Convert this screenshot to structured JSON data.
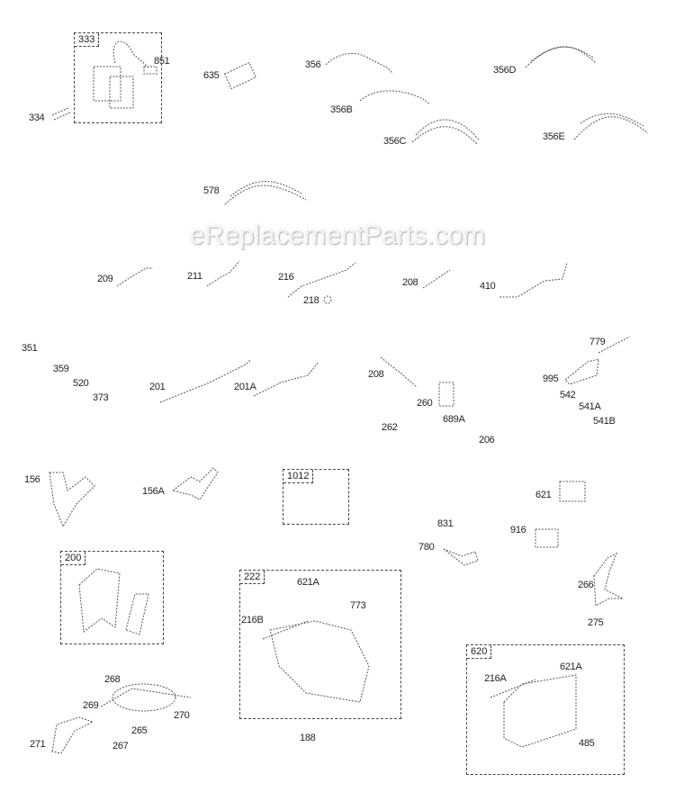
{
  "watermark": "eReplacementParts.com",
  "boxes": {
    "b333": "333",
    "b1012": "1012",
    "b200": "200",
    "b222": "222",
    "b620": "620"
  },
  "labels": {
    "l851": "851",
    "l635": "635",
    "l334": "334",
    "l356": "356",
    "l356D": "356D",
    "l356B": "356B",
    "l356C": "356C",
    "l356E": "356E",
    "l578": "578",
    "l209": "209",
    "l211": "211",
    "l216": "216",
    "l218": "218",
    "l208a": "208",
    "l410": "410",
    "l351": "351",
    "l359": "359",
    "l520": "520",
    "l373": "373",
    "l201": "201",
    "l201A": "201A",
    "l208b": "208",
    "l260": "260",
    "l262": "262",
    "l689A": "689A",
    "l206": "206",
    "l779": "779",
    "l995": "995",
    "l542": "542",
    "l541A": "541A",
    "l541B": "541B",
    "l156": "156",
    "l156A": "156A",
    "l621": "621",
    "l621Aa": "621A",
    "l216B": "216B",
    "l773": "773",
    "l831": "831",
    "l916": "916",
    "l780": "780",
    "l266": "266",
    "l275": "275",
    "l216A": "216A",
    "l621Ab": "621A",
    "l485": "485",
    "l268": "268",
    "l269": "269",
    "l270": "270",
    "l271": "271",
    "l265": "265",
    "l267": "267",
    "l188": "188"
  }
}
